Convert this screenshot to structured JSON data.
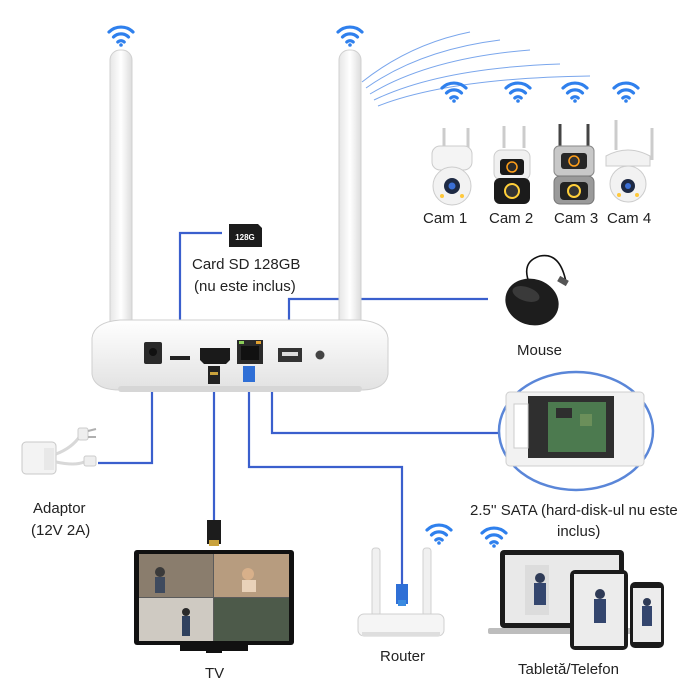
{
  "cameras": [
    "Cam 1",
    "Cam 2",
    "Cam 3",
    "Cam 4"
  ],
  "sd_card": {
    "chip_text": "128G",
    "line1": "Card SD 128GB",
    "line2": "(nu este inclus)"
  },
  "mouse": "Mouse",
  "adapter": {
    "line1": "Adaptor",
    "line2": "(12V 2A)"
  },
  "hdd": {
    "line1": "2.5'' SATA (hard-disk-ul nu este",
    "line2": "inclus)"
  },
  "tv": "TV",
  "router": "Router",
  "tablet_phone": "Tabletă/Telefon",
  "colors": {
    "connector_line": "#3a5fcd",
    "device_body": "#f1f1f1",
    "wifi": "#2f80ed",
    "dark": "#1c1c1c"
  },
  "icons": [
    "wifi-icon",
    "camera-icon",
    "sd-card-icon",
    "mouse-icon",
    "adapter-icon",
    "hdd-icon",
    "tv-icon",
    "router-icon",
    "laptop-icon",
    "tablet-icon",
    "phone-icon"
  ]
}
